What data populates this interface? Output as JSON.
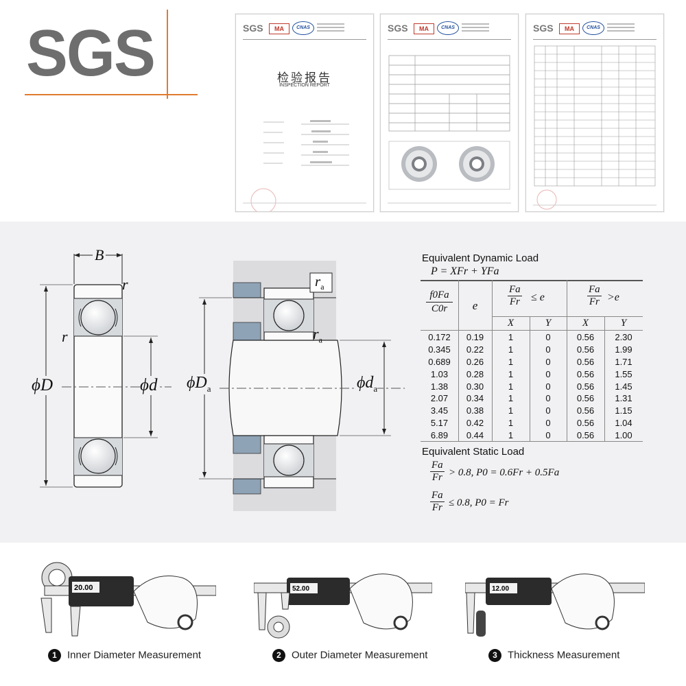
{
  "logo": {
    "text": "SGS"
  },
  "reports": [
    {
      "brand": "SGS",
      "ma": "MA",
      "cnas": "CNAS",
      "title_cn": "检验报告",
      "title_en": "INSPECTION REPORT"
    },
    {
      "brand": "SGS",
      "ma": "MA",
      "cnas": "CNAS"
    },
    {
      "brand": "SGS",
      "ma": "MA",
      "cnas": "CNAS"
    }
  ],
  "diagram": {
    "label_B": "B",
    "label_r_top": "r",
    "label_r_left": "r",
    "label_phiD": "ϕD",
    "label_phid": "ϕd",
    "label_phiDa_phi": "ϕD",
    "label_phiDa_sub": "a",
    "label_phida_phi": "ϕd",
    "label_phida_sub": "a",
    "label_ra_box": "r",
    "label_ra_box_sub": "a",
    "label_ra": "r",
    "label_ra_sub": "a"
  },
  "dynamic": {
    "title": "Equivalent Dynamic Load",
    "formula": "P = XFr + YFa",
    "col_ratio_num": "f0Fa",
    "col_ratio_den": "C0r",
    "col_e": "e",
    "group1_num": "Fa",
    "group1_den": "Fr",
    "group1_op": "≤ e",
    "group2_num": "Fa",
    "group2_den": "Fr",
    "group2_op": ">e",
    "sub_x": "X",
    "sub_y": "Y",
    "rows": [
      [
        "0.172",
        "0.19",
        "1",
        "0",
        "0.56",
        "2.30"
      ],
      [
        "0.345",
        "0.22",
        "1",
        "0",
        "0.56",
        "1.99"
      ],
      [
        "0.689",
        "0.26",
        "1",
        "0",
        "0.56",
        "1.71"
      ],
      [
        "1.03",
        "0.28",
        "1",
        "0",
        "0.56",
        "1.55"
      ],
      [
        "1.38",
        "0.30",
        "1",
        "0",
        "0.56",
        "1.45"
      ],
      [
        "2.07",
        "0.34",
        "1",
        "0",
        "0.56",
        "1.31"
      ],
      [
        "3.45",
        "0.38",
        "1",
        "0",
        "0.56",
        "1.15"
      ],
      [
        "5.17",
        "0.42",
        "1",
        "0",
        "0.56",
        "1.04"
      ],
      [
        "6.89",
        "0.44",
        "1",
        "0",
        "0.56",
        "1.00"
      ]
    ]
  },
  "static": {
    "title": "Equivalent Static Load",
    "f1_num": "Fa",
    "f1_den": "Fr",
    "f1_rest": "> 0.8,  P0 = 0.6Fr + 0.5Fa",
    "f2_num": "Fa",
    "f2_den": "Fr",
    "f2_rest": "≤ 0.8,  P0 = Fr"
  },
  "measurements": [
    {
      "num": "1",
      "label": "Inner Diameter Measurement",
      "readout": "20.00"
    },
    {
      "num": "2",
      "label": "Outer Diameter Measurement",
      "readout": "52.00"
    },
    {
      "num": "3",
      "label": "Thickness Measurement",
      "readout": "12.00"
    }
  ],
  "colors": {
    "accent": "#e07a2f",
    "logo_gray": "#6e6e6e",
    "panel_bg": "#f1f1f3",
    "housing_blue": "#8fa3b6"
  }
}
